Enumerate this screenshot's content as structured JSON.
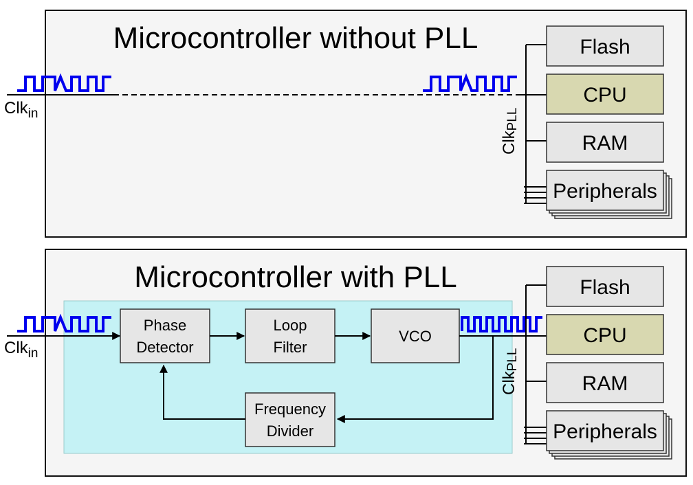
{
  "panels": {
    "without_pll": {
      "title": "Microcontroller without PLL"
    },
    "with_pll": {
      "title": "Microcontroller with PLL",
      "blocks": {
        "phase_detector": [
          "Phase",
          "Detector"
        ],
        "loop_filter": [
          "Loop",
          "Filter"
        ],
        "vco": "VCO",
        "frequency_divider": [
          "Frequency",
          "Divider"
        ]
      }
    }
  },
  "components": {
    "flash": "Flash",
    "cpu": "CPU",
    "ram": "RAM",
    "peripherals": "Peripherals"
  },
  "signals": {
    "clk_in_main": "Clk",
    "clk_in_sub": "in",
    "clk_pll_main": "Clk",
    "clk_pll_sub": "PLL"
  },
  "colors": {
    "clock_wave": "#0000ee",
    "pll_region": "#c5f2f5",
    "cpu_fill": "#d8d8b0",
    "block_fill": "#e6e6e6"
  }
}
